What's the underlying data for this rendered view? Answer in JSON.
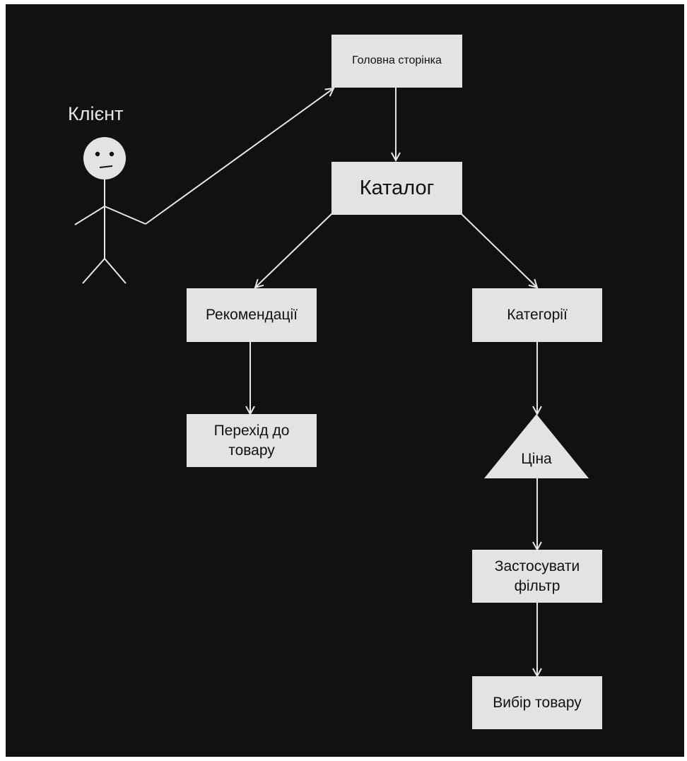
{
  "diagram": {
    "actor": {
      "label": "Клієнт"
    },
    "nodes": {
      "home": "Головна сторінка",
      "catalog": "Каталог",
      "recommendations": "Рекомендації",
      "categories": "Категорії",
      "go_to_product": "Перехід до товару",
      "price": "Ціна",
      "apply_filter": "Застосувати фільтр",
      "choose_product": "Вибір товару"
    },
    "colors": {
      "background": "#111111",
      "node_fill": "#e3e3e3",
      "node_text": "#111111",
      "line": "#e8e8e8"
    }
  }
}
